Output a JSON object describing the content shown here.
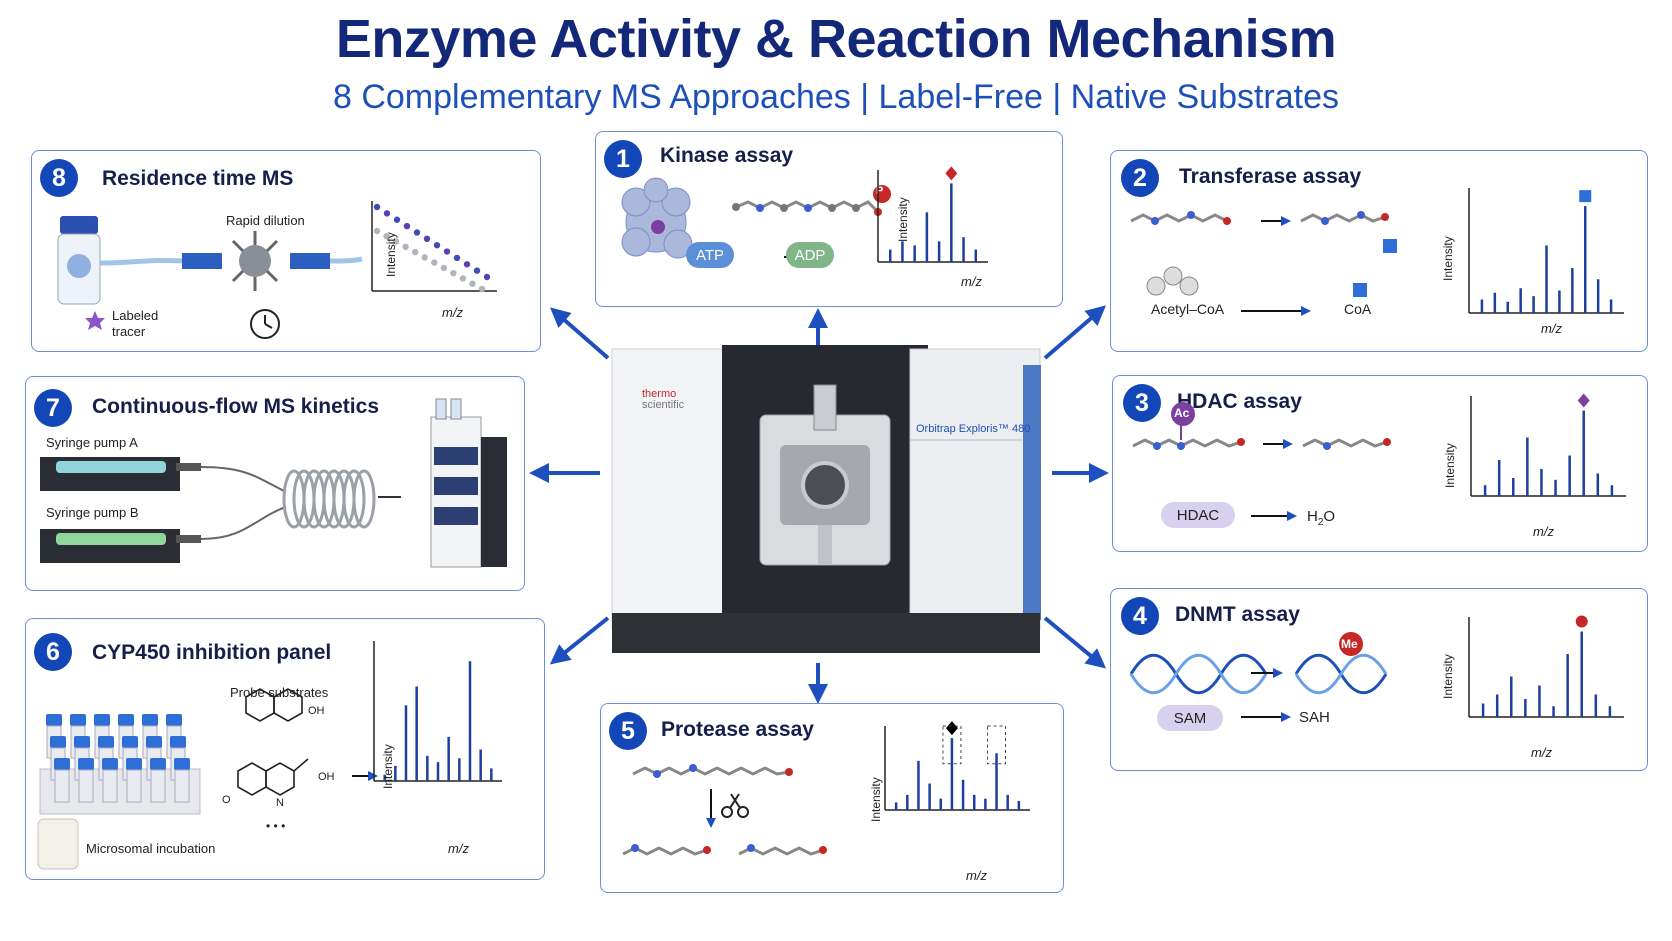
{
  "header": {
    "title": "Enzyme Activity & Reaction Mechanism",
    "subtitle": "8 Complementary MS Approaches  |  Label-Free  |  Native Substrates"
  },
  "instrument": {
    "brand_line1": "thermo",
    "brand_line2": "scientific",
    "model": "Orbitrap Exploris™ 480"
  },
  "axis": {
    "x": "m/z",
    "y": "Intensity"
  },
  "colors": {
    "accent": "#1347b8",
    "title": "#14287a",
    "spectrum": "#1d3f9e"
  },
  "panels": [
    {
      "number": "1",
      "title": "Kinase assay",
      "tag": "P",
      "from": "ATP",
      "to": "ADP"
    },
    {
      "number": "2",
      "title": "Transferase assay",
      "from": "Acetyl–CoA",
      "to": "CoA"
    },
    {
      "number": "3",
      "title": "HDAC assay",
      "tag": "Ac",
      "from": "HDAC",
      "to_main": "H",
      "to_sub": "2",
      "to_tail": "O"
    },
    {
      "number": "4",
      "title": "DNMT assay",
      "tag": "Me",
      "from": "SAM",
      "to": "SAH"
    },
    {
      "number": "5",
      "title": "Protease assay"
    },
    {
      "number": "6",
      "title": "CYP450 inhibition panel",
      "probe": "Probe substrates",
      "incubation": "Microsomal incubation",
      "oh1": "OH",
      "oh2": "OH",
      "n": "N",
      "o": "O",
      "ellipsis": "• • •"
    },
    {
      "number": "7",
      "title": "Continuous-flow MS kinetics",
      "pump_a": "Syringe pump A",
      "pump_b": "Syringe pump B"
    },
    {
      "number": "8",
      "title": "Residence time MS",
      "dilution": "Rapid dilution",
      "tracer_line1": "Labeled",
      "tracer_line2": "tracer"
    }
  ]
}
